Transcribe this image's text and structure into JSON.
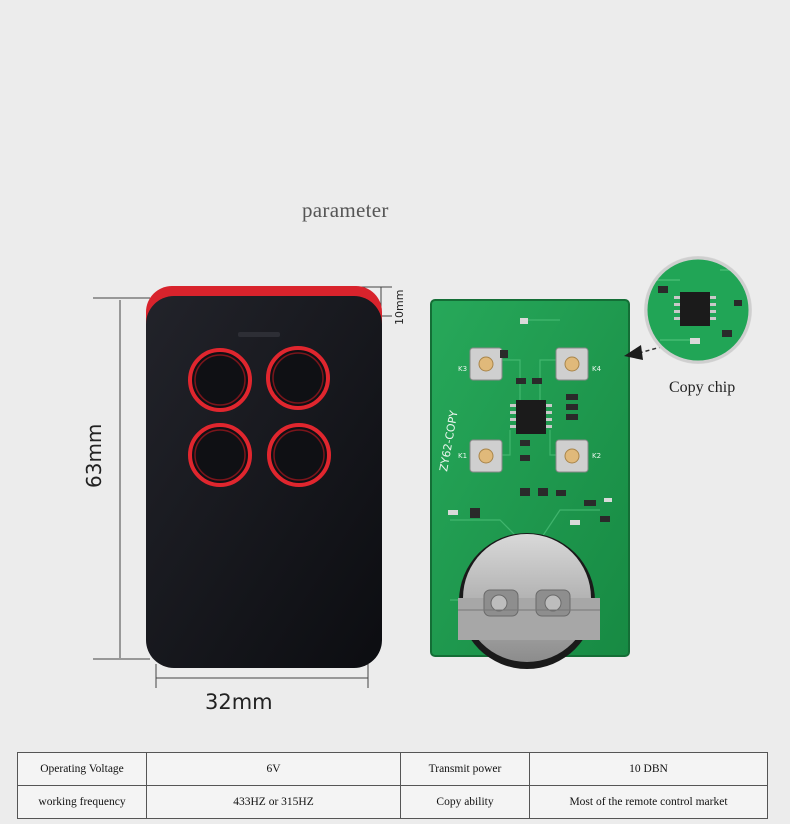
{
  "page": {
    "title": "parameter"
  },
  "dimensions": {
    "height": "63mm",
    "width": "32mm",
    "top": "10mm"
  },
  "callout": {
    "label": "Copy chip"
  },
  "pcb": {
    "silkscreen": "ZY62-COPY",
    "switch_labels": [
      "K3",
      "K4",
      "K1",
      "K2"
    ]
  },
  "params": {
    "rows": [
      {
        "label": "Operating Voltage",
        "value": "6V",
        "label2": "Transmit power",
        "value2": "10 DBN"
      },
      {
        "label": "working frequency",
        "value": "433HZ  or  315HZ",
        "label2": "Copy ability",
        "value2": "Most of the remote control market"
      }
    ]
  },
  "colors": {
    "background": "#ececec",
    "remote_body": "#15161b",
    "remote_accent": "#e0262e",
    "pcb": "#1f9a4e"
  }
}
